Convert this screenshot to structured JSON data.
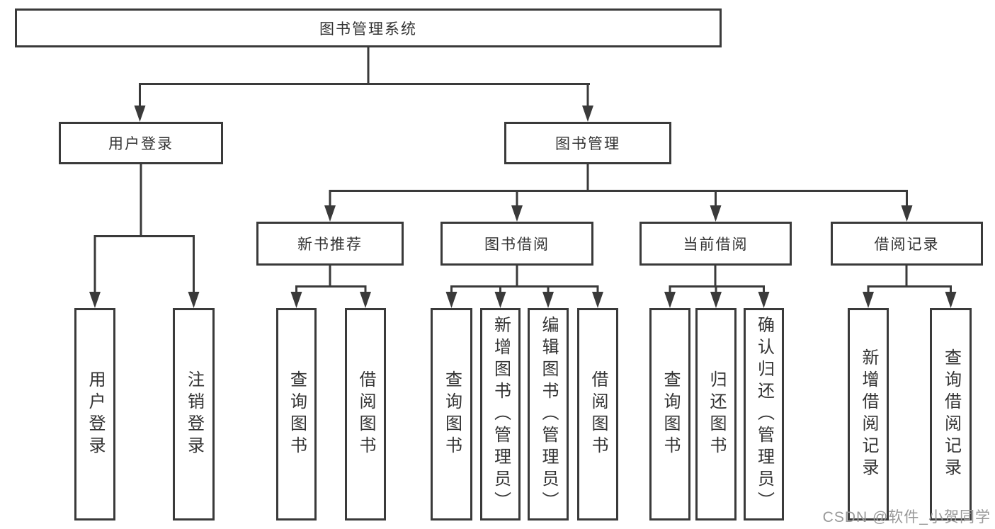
{
  "tree": {
    "root": "图书管理系统",
    "branches": [
      {
        "label": "用户登录",
        "children": [
          "用户登录",
          "注销登录"
        ]
      },
      {
        "label": "图书管理",
        "children": [
          {
            "label": "新书推荐",
            "children": [
              "查询图书",
              "借阅图书"
            ]
          },
          {
            "label": "图书借阅",
            "children": [
              "查询图书",
              "新增图书（管理员）",
              "编辑图书（管理员）",
              "借阅图书"
            ]
          },
          {
            "label": "当前借阅",
            "children": [
              "查询图书",
              "归还图书",
              "确认归还（管理员）"
            ]
          },
          {
            "label": "借阅记录",
            "children": [
              "新增借阅记录",
              "查询借阅记录"
            ]
          }
        ]
      }
    ]
  },
  "watermark": "CSDN @软件_小贺同学",
  "colors": {
    "line": "#3a3a3a",
    "box_border": "#3a3a3a",
    "text": "#333333",
    "background": "#ffffff",
    "watermark_text": "#999999"
  }
}
